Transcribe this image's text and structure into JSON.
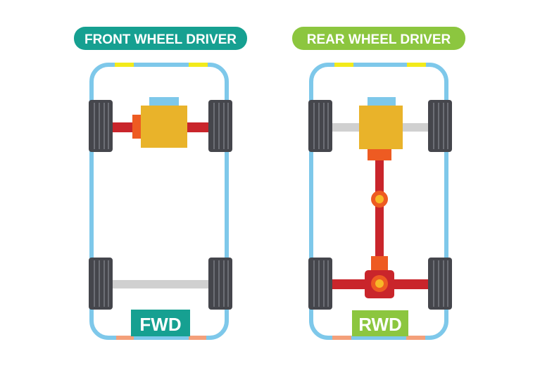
{
  "fwd": {
    "title": "FRONT WHEEL DRIVER",
    "badge": "FWD",
    "color": "#16a091"
  },
  "rwd": {
    "title": "REAR WHEEL DRIVER",
    "badge": "RWD",
    "color": "#8cc63f"
  },
  "colors": {
    "frame": "#7ec8ea",
    "light": "#f2ea1a",
    "tail": "#f4a07a",
    "engine": "#e9b32a",
    "flange": "#ee5b22",
    "axle": "#c9252b",
    "passive_axle": "#d0d0d0",
    "tire": "#45464c"
  }
}
